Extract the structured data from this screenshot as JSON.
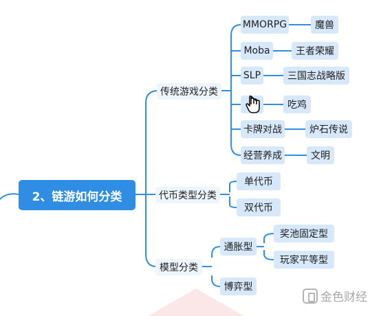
{
  "colors": {
    "root": "#2f8de4",
    "node": "#d6e8f9",
    "line": "#2f8de4"
  },
  "root": {
    "label": "2、链游如何分类"
  },
  "branches": {
    "traditional": {
      "label": "传统游戏分类"
    },
    "token": {
      "label": "代币类型分类"
    },
    "model": {
      "label": "模型分类"
    }
  },
  "traditional": {
    "mmorpg": {
      "label": "MMORPG",
      "example": "魔兽"
    },
    "moba": {
      "label": "Moba",
      "example": "王者荣耀"
    },
    "slp": {
      "label": "SLP",
      "example": "三国志战略版"
    },
    "hidden": {
      "label": "",
      "example": "吃鸡"
    },
    "card": {
      "label": "卡牌对战",
      "example": "炉石传说"
    },
    "sim": {
      "label": "经营养成",
      "example": "文明"
    }
  },
  "token": {
    "single": "单代币",
    "dual": "双代币"
  },
  "model": {
    "inflation": {
      "label": "通胀型",
      "fixed": "奖池固定型",
      "equal": "玩家平等型"
    },
    "game": {
      "label": "博弈型"
    }
  },
  "watermark": {
    "text": "金色财经",
    "icon": "jinse-logo-icon"
  },
  "cursor": {
    "icon": "hand-cursor-icon"
  }
}
